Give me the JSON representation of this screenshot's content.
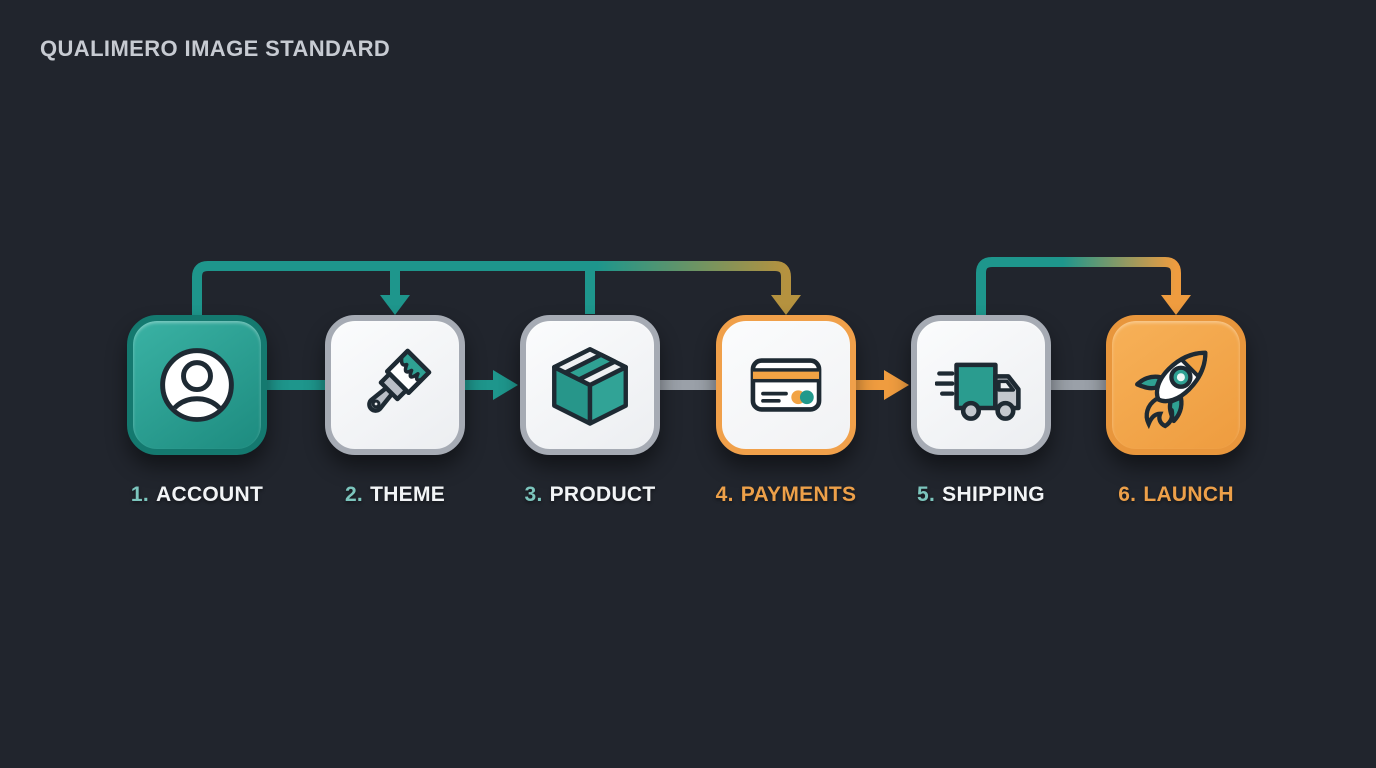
{
  "title": "QUALIMERO IMAGE STANDARD",
  "colors": {
    "background": "#21252d",
    "teal": "#1e968c",
    "teal_dark": "#14796f",
    "orange": "#ef9c3f",
    "gold_transition": "#b5923f",
    "gray_connector": "#9aa0a8",
    "box_light": "#f2f3f5",
    "label_white": "#f2f4f6",
    "label_teal": "#7cc5bd",
    "label_orange": "#eda049",
    "title_color": "#c7cbd2"
  },
  "steps": [
    {
      "number": "1.",
      "label": "ACCOUNT",
      "icon": "user-icon",
      "box_style": "teal-filled",
      "number_color": "#7cc5bd",
      "label_color": "#f2f4f6"
    },
    {
      "number": "2.",
      "label": "THEME",
      "icon": "paintbrush-icon",
      "box_style": "light-gray",
      "number_color": "#7cc5bd",
      "label_color": "#f2f4f6"
    },
    {
      "number": "3.",
      "label": "PRODUCT",
      "icon": "package-box-icon",
      "box_style": "light-gray",
      "number_color": "#7cc5bd",
      "label_color": "#f2f4f6"
    },
    {
      "number": "4.",
      "label": "PAYMENTS",
      "icon": "credit-card-icon",
      "box_style": "light-orange",
      "number_color": "#eda049",
      "label_color": "#eda049"
    },
    {
      "number": "5.",
      "label": "SHIPPING",
      "icon": "delivery-truck-icon",
      "box_style": "light-gray",
      "number_color": "#7cc5bd",
      "label_color": "#f2f4f6"
    },
    {
      "number": "6.",
      "label": "LAUNCH",
      "icon": "rocket-icon",
      "box_style": "orange-filled",
      "number_color": "#eda049",
      "label_color": "#eda049"
    }
  ],
  "connectors": [
    {
      "type": "top-elbow",
      "from": "1-account",
      "branches": [
        "2-theme (arrowhead)",
        "3-product (plain drop)",
        "4-payments (arrowhead)"
      ],
      "color": "teal fading to gold at payments end"
    },
    {
      "type": "top-elbow",
      "from": "5-shipping",
      "branches": [
        "6-launch (arrowhead)"
      ],
      "color": "teal fading to orange at launch end"
    },
    {
      "type": "mid-line",
      "from": "1-account",
      "to": "2-theme",
      "color": "teal",
      "arrowhead": false
    },
    {
      "type": "mid-arrow",
      "from": "2-theme",
      "to": "3-product",
      "color": "teal",
      "arrowhead": true
    },
    {
      "type": "mid-line",
      "from": "3-product",
      "to": "4-payments",
      "color": "gray",
      "arrowhead": false
    },
    {
      "type": "mid-arrow",
      "from": "4-payments",
      "to": "5-shipping",
      "color": "orange",
      "arrowhead": true
    },
    {
      "type": "mid-line",
      "from": "5-shipping",
      "to": "6-launch",
      "color": "gray",
      "arrowhead": false
    }
  ]
}
